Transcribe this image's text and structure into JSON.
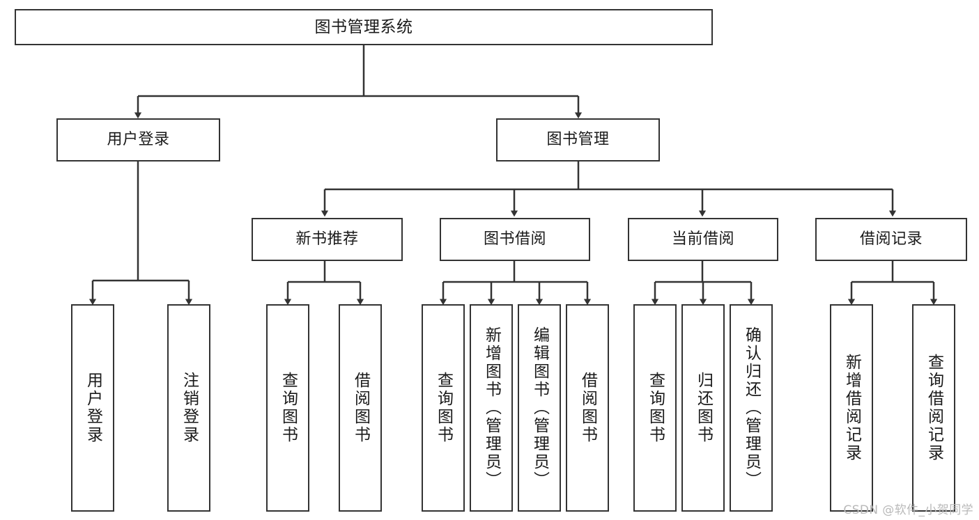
{
  "diagram": {
    "title": "图书管理系统",
    "watermark": "CSDN @软件_小贺同学",
    "colors": {
      "box_border": "#333333",
      "box_fill": "#ffffff",
      "edge": "#333333",
      "text": "#1a1a1a",
      "watermark": "#b9b9b9",
      "background": "#ffffff"
    },
    "root": {
      "label": "图书管理系统"
    },
    "level2": [
      {
        "label": "用户登录"
      },
      {
        "label": "图书管理"
      }
    ],
    "level3": [
      {
        "label": "新书推荐"
      },
      {
        "label": "图书借阅"
      },
      {
        "label": "当前借阅"
      },
      {
        "label": "借阅记录"
      }
    ],
    "leaves": {
      "user_login": [
        {
          "label": "用户登录"
        },
        {
          "label": "注销登录"
        }
      ],
      "new_book_recommend": [
        {
          "label": "查询图书"
        },
        {
          "label": "借阅图书"
        }
      ],
      "book_borrow": [
        {
          "label": "查询图书"
        },
        {
          "label": "新增图书（管理员）"
        },
        {
          "label": "编辑图书（管理员）"
        },
        {
          "label": "借阅图书"
        }
      ],
      "current_borrow": [
        {
          "label": "查询图书"
        },
        {
          "label": "归还图书"
        },
        {
          "label": "确认归还（管理员）"
        }
      ],
      "borrow_record": [
        {
          "label": "新增借阅记录"
        },
        {
          "label": "查询借阅记录"
        }
      ]
    }
  }
}
